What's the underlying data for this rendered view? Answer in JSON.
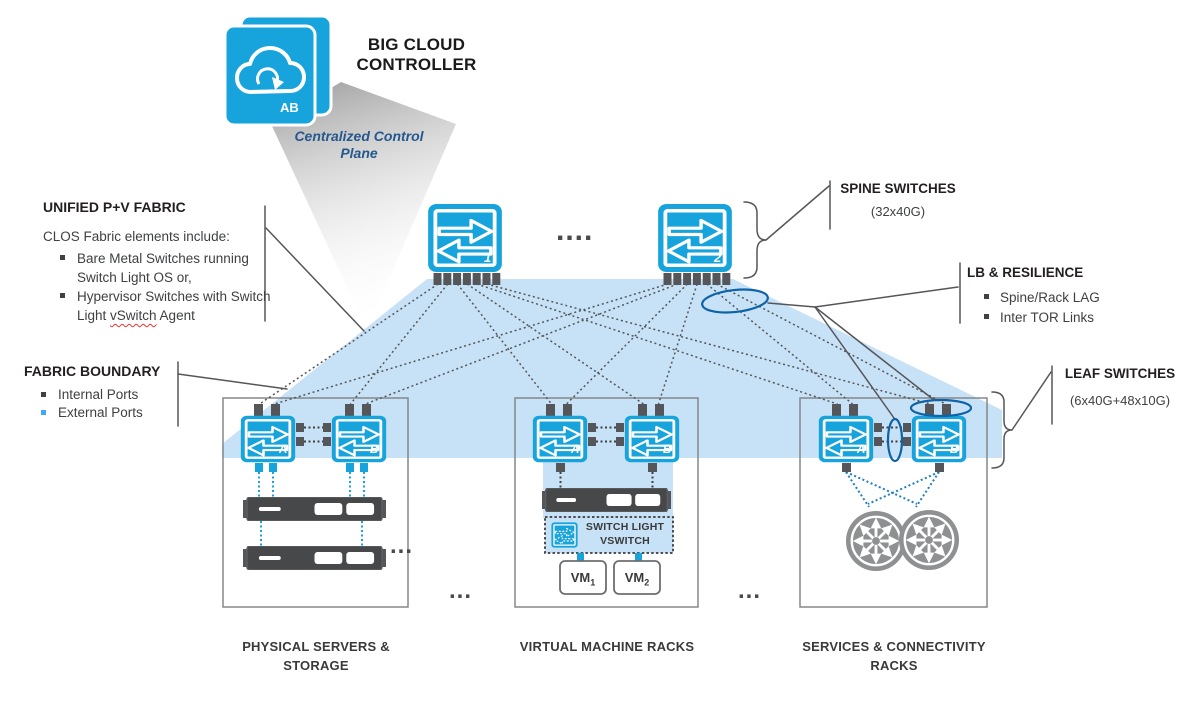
{
  "controller": {
    "title": "BIG CLOUD CONTROLLER",
    "subtitle": "Centralized Control Plane",
    "badge": "AB"
  },
  "annotations": {
    "unified_fabric": {
      "title": "UNIFIED P+V FABRIC",
      "intro": "CLOS Fabric elements include:",
      "item1": "Bare Metal Switches running Switch Light OS or,",
      "item2_pre": "Hypervisor Switches with Switch Light ",
      "item2_word": "vSwitch",
      "item2_post": " Agent"
    },
    "fabric_boundary": {
      "title": "FABRIC BOUNDARY",
      "internal": "Internal Ports",
      "external": "External Ports"
    },
    "spine_switches": {
      "title": "SPINE SWITCHES",
      "subtitle": "(32x40G)"
    },
    "lb_resilience": {
      "title": "LB & RESILIENCE",
      "item1": "Spine/Rack LAG",
      "item2": "Inter TOR Links"
    },
    "leaf_switches": {
      "title": "LEAF SWITCHES",
      "subtitle": "(6x40G+48x10G)"
    }
  },
  "spines": [
    {
      "label": "1"
    },
    {
      "label": "2"
    }
  ],
  "racks": [
    {
      "name": "PHYSICAL SERVERS & STORAGE",
      "leaves": [
        "A",
        "B"
      ]
    },
    {
      "name": "VIRTUAL MACHINE RACKS",
      "leaves": [
        "A",
        "B"
      ],
      "vswitch": {
        "label": "SWITCH LIGHT VSWITCH"
      },
      "vms": [
        {
          "label": "VM",
          "sub": "1"
        },
        {
          "label": "VM",
          "sub": "2"
        }
      ]
    },
    {
      "name": "SERVICES & CONNECTIVITY RACKS",
      "leaves": [
        "A",
        "B"
      ]
    }
  ],
  "dots": {
    "spine": "....",
    "rack": "..."
  },
  "colors": {
    "switch_blue": "#17A3DC",
    "fabric_blue": "#C7E2F6",
    "port_gray": "#55565A",
    "ellipse_blue": "#0E62A8",
    "router_gray": "#8E9092",
    "control_plane_text": "#25588E",
    "external_port_blue": "#3FA9F5",
    "squiggle_red": "#E3342F"
  }
}
